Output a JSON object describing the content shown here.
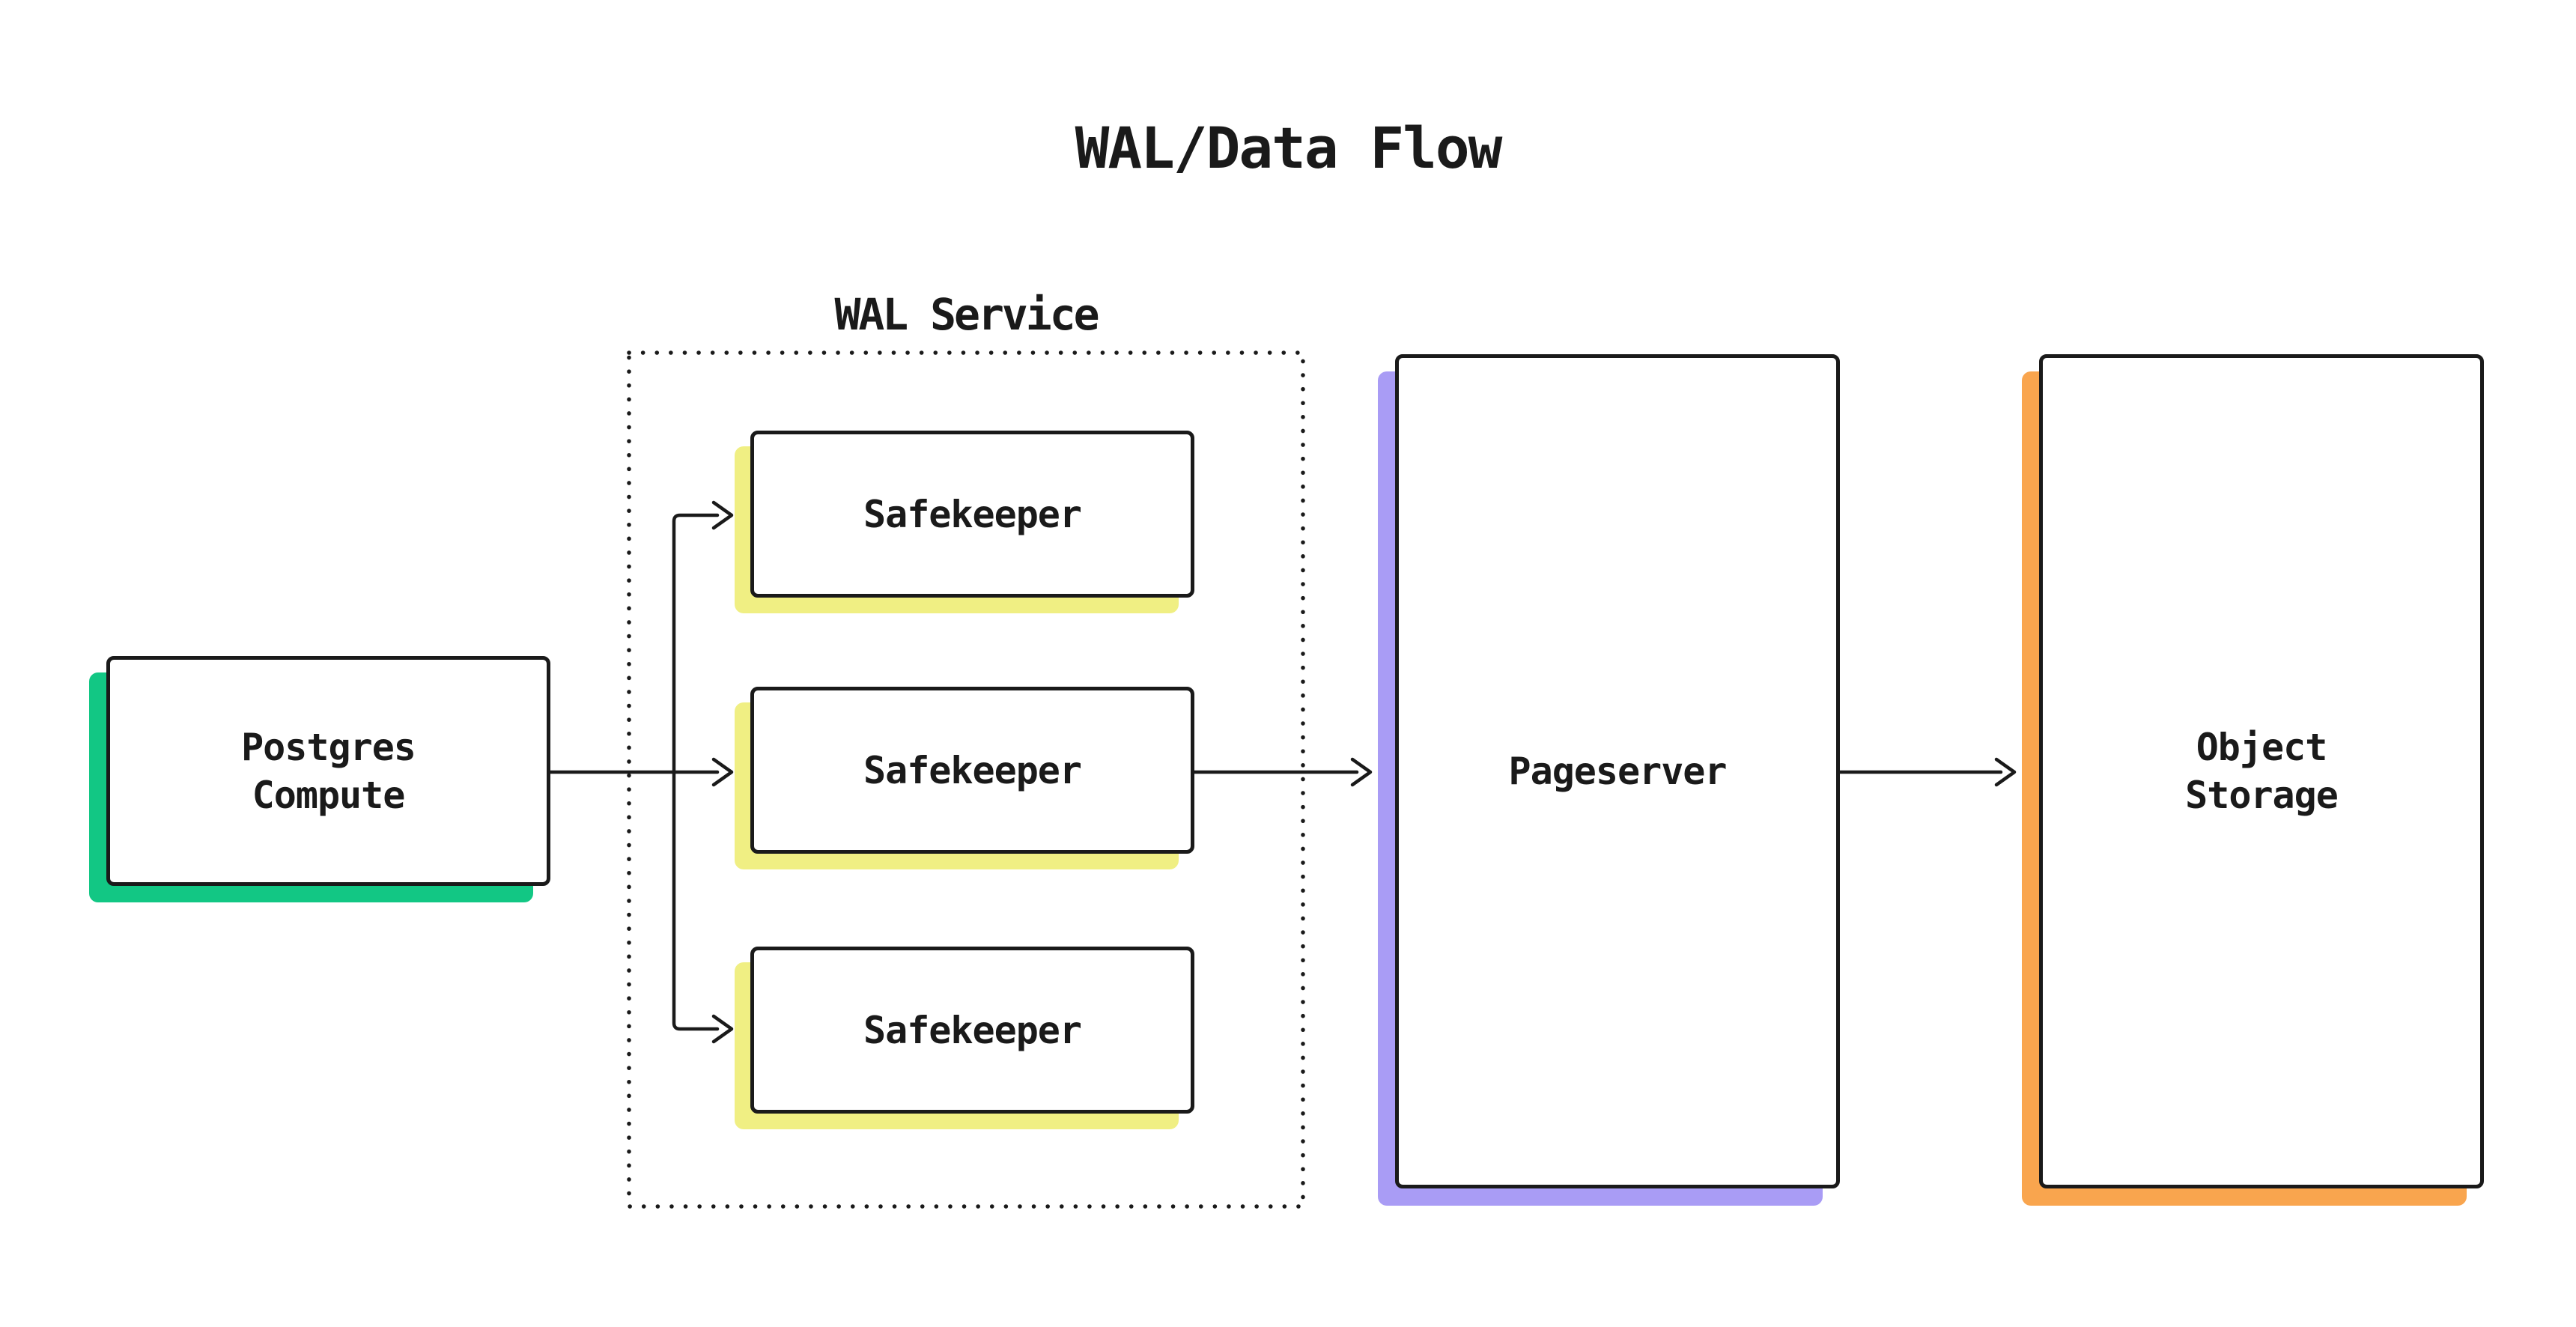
{
  "title": "WAL/Data Flow",
  "colors": {
    "ink": "#1a1a1a",
    "paper": "#ffffff",
    "green": "#12c784",
    "yellow": "#f0ef83",
    "purple": "#a99cf5",
    "orange": "#f9a54e"
  },
  "wal_service": {
    "label": "WAL Service",
    "safekeepers": [
      "Safekeeper",
      "Safekeeper",
      "Safekeeper"
    ]
  },
  "nodes": {
    "postgres_compute": {
      "lines": [
        "Postgres",
        "Compute"
      ],
      "shadow_color": "#12c784"
    },
    "pageserver": {
      "label": "Pageserver",
      "shadow_color": "#a99cf5"
    },
    "object_storage": {
      "lines": [
        "Object",
        "Storage"
      ],
      "shadow_color": "#f9a54e"
    }
  },
  "icons": {
    "arrow_right": "→"
  }
}
